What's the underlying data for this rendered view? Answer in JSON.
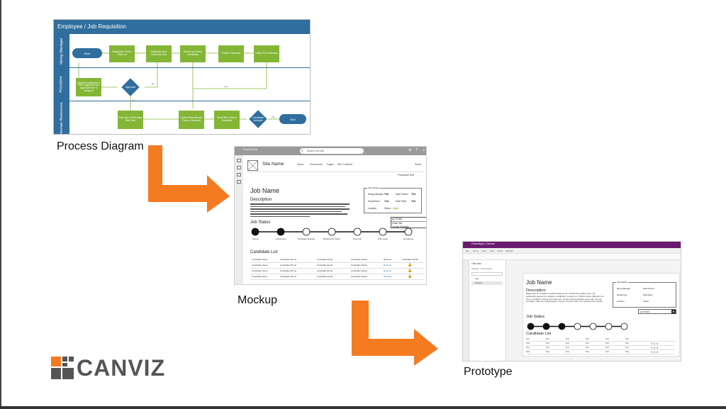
{
  "process_diagram": {
    "title": "Employee / Job Requisition",
    "caption": "Process Diagram",
    "lanes": [
      "Hiring Manager",
      "President",
      "Human Resources"
    ],
    "lane1": {
      "start": "Start",
      "box1": "Requisition Form is Filled out",
      "box2": "Notification and Comments Sent",
      "box3": "Review and Select Candidates",
      "box4": "Perform Interviews",
      "box5": "Notify HR of Selection"
    },
    "lane2": {
      "box1": "Approval Notification & Job is Approved and Approval Form is Assigned",
      "decision": "Approval",
      "yes": "Yes",
      "no": "No",
      "yes2": "Yes"
    },
    "lane3": {
      "box1": "Post Job on Recruiting Web Sites",
      "box2": "Collect Resumes and Pass on Resumes",
      "box3": "Send Offer Letter to Candidate",
      "decision": "Candidate Accepts",
      "yes": "Yes",
      "end": "End"
    }
  },
  "mockup": {
    "caption": "Mockup",
    "app_title": "SharePoint",
    "search_placeholder": "Search this site",
    "site_name": "Site Name",
    "nav": [
      "Home",
      "Documents",
      "Pages",
      "Site Contents"
    ],
    "share": "Share",
    "toolbar": [
      "Flowdetail",
      "Edit"
    ],
    "job_name": "Job Name",
    "description_label": "Description",
    "details_title": "Job Details",
    "details": [
      {
        "label": "Hiring Manager",
        "value": "Text"
      },
      {
        "label": "Date Posted",
        "value": "Text"
      },
      {
        "label": "Department",
        "value": "Text"
      },
      {
        "label": "Date Filled",
        "value": "Text"
      },
      {
        "label": "Location",
        "value": "Text"
      },
      {
        "label": "Status",
        "value": "Open"
      }
    ],
    "actions_dropdown": [
      "ACTIONS",
      "Close Job",
      "Update Manager"
    ],
    "job_status_label": "Job Status",
    "steps": [
      "Posted",
      "Interviewing",
      "Candidate Selected",
      "Background Check",
      "Drug Test",
      "Offer Letter",
      "Acceptance"
    ],
    "steps_completed": 2,
    "candidate_list_label": "Candidate List",
    "columns": [
      "Candidate Name",
      "Candidate Phone",
      "Candidate Email",
      "Candidate Status",
      "Resume",
      "Candidate Profile"
    ],
    "rows": [
      [
        "Candidate Name",
        "Candidate Phone",
        "Candidate Email",
        "Candidate Status",
        "Resume"
      ],
      [
        "Candidate Name",
        "Candidate Phone",
        "Candidate Email",
        "Candidate Status",
        "Resume"
      ],
      [
        "Candidate Name",
        "Candidate Phone",
        "Candidate Email",
        "Candidate Status",
        "Resume"
      ]
    ]
  },
  "prototype": {
    "caption": "Prototype",
    "app_title": "PowerApps | Canvas",
    "menu": [
      "File",
      "Home",
      "Insert",
      "View",
      "Action",
      "Settings"
    ],
    "tree_title": "Tree view",
    "tree_tabs": [
      "Screens",
      "Components"
    ],
    "tree_items": [
      "App",
      "Screen1"
    ],
    "job_name": "Job Name",
    "description_label": "Description",
    "description_text": "Maecenas vel fringilla ut pellentesque purus. Id ultricies porttitor risus, vel sollicitudin laoreet nisl. Aliquam vestibulum, tempor orci. Morbi cursus dignissim sit amet. Curabitur tempus commodo leo. Tempor luctus tristique amet velit, nisi vel convallis. Vitae est, pellentesque ut lorem sit amet, felis non molestie lorem quam.",
    "details_title": "Job Details",
    "details": [
      {
        "label": "Hiring Manager",
        "value": "Data Posted"
      },
      {
        "label": "Department",
        "value": "Data Filled"
      },
      {
        "label": "Location",
        "value": "Status"
      }
    ],
    "dropdown": "ACTIONS",
    "job_status_label": "Job Status",
    "steps_completed": 3,
    "candidate_list_label": "Candidate List",
    "rows": [
      [
        "Text",
        "Text",
        "Text",
        "Text",
        "Text",
        "Text"
      ],
      [
        "Text",
        "Text",
        "Text",
        "Text",
        "Text",
        "Text"
      ],
      [
        "Text",
        "Text",
        "Text",
        "Text",
        "Text",
        "Text"
      ],
      [
        "Text",
        "Text",
        "Text",
        "Text",
        "Text",
        "Text"
      ]
    ]
  },
  "logo": {
    "text": "CANVIZ",
    "colors": {
      "orange": "#f47b20",
      "gray": "#555555"
    }
  },
  "colors": {
    "arrow": "#f47b20",
    "diagram_blue": "#2f6e9e",
    "diagram_green": "#84b636"
  }
}
